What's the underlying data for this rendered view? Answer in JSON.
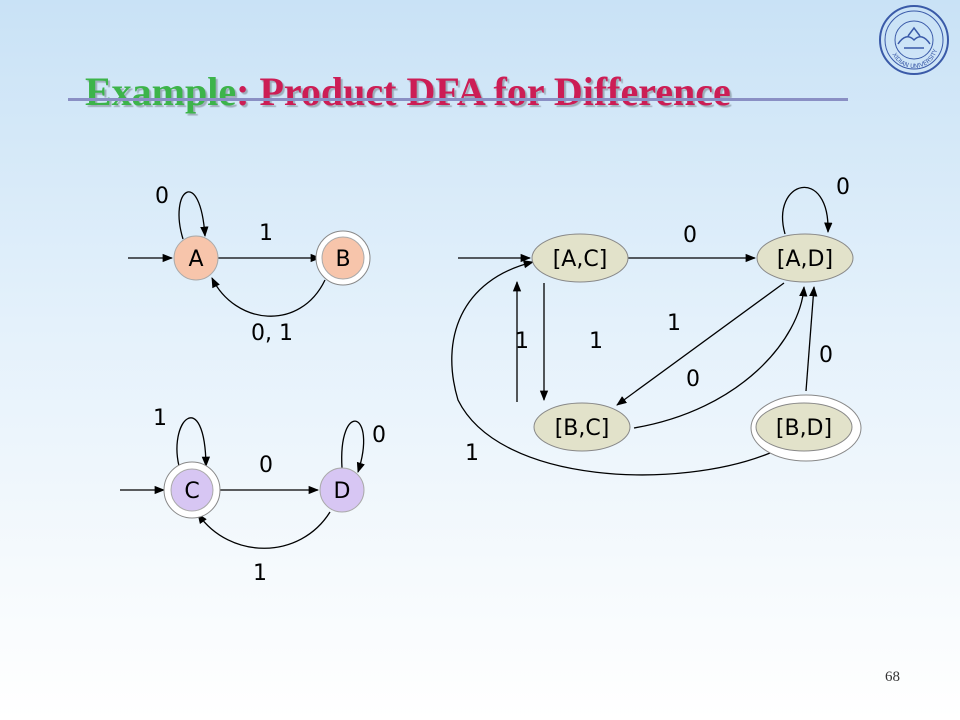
{
  "title": {
    "part1": "Example",
    "part2": ": Product DFA for Difference"
  },
  "page_number": "68",
  "colors": {
    "title_green": "#3cb44a",
    "title_red": "#cc1d55",
    "state_A": "#f7c5ab",
    "state_B": "#f7c5ab",
    "state_C": "#d7c6f3",
    "state_D": "#d7c6f3",
    "product_state": "#e2e2ca"
  },
  "logo": {
    "name": "university-seal-icon",
    "text": "XIDIAN UNIVERSITY"
  },
  "dfa1": {
    "states": [
      {
        "id": "A",
        "label": "A",
        "start": true,
        "accepting": false
      },
      {
        "id": "B",
        "label": "B",
        "start": false,
        "accepting": true
      }
    ],
    "transitions": [
      {
        "from": "A",
        "to": "A",
        "label": "0"
      },
      {
        "from": "A",
        "to": "B",
        "label": "1"
      },
      {
        "from": "B",
        "to": "A",
        "label": "0, 1"
      }
    ]
  },
  "dfa2": {
    "states": [
      {
        "id": "C",
        "label": "C",
        "start": true,
        "accepting": true
      },
      {
        "id": "D",
        "label": "D",
        "start": false,
        "accepting": false
      }
    ],
    "transitions": [
      {
        "from": "C",
        "to": "C",
        "label": "1"
      },
      {
        "from": "C",
        "to": "D",
        "label": "0"
      },
      {
        "from": "D",
        "to": "D",
        "label": "0"
      },
      {
        "from": "D",
        "to": "C",
        "label": "1"
      }
    ]
  },
  "product": {
    "states": [
      {
        "id": "AC",
        "label": "[A,C]",
        "start": true,
        "accepting": false
      },
      {
        "id": "AD",
        "label": "[A,D]",
        "start": false,
        "accepting": false
      },
      {
        "id": "BC",
        "label": "[B,C]",
        "start": false,
        "accepting": false
      },
      {
        "id": "BD",
        "label": "[B,D]",
        "start": false,
        "accepting": true
      }
    ],
    "transitions": [
      {
        "from": "AC",
        "to": "AD",
        "label": "0"
      },
      {
        "from": "AD",
        "to": "AD",
        "label": "0"
      },
      {
        "from": "AC",
        "to": "BC",
        "label": "1"
      },
      {
        "from": "BC",
        "to": "AC",
        "label": "1"
      },
      {
        "from": "AD",
        "to": "BC",
        "label": "1"
      },
      {
        "from": "BC",
        "to": "AD",
        "label": "0"
      },
      {
        "from": "BD",
        "to": "AD",
        "label": "0"
      },
      {
        "from": "BD",
        "to": "AC",
        "label": "1"
      }
    ]
  }
}
